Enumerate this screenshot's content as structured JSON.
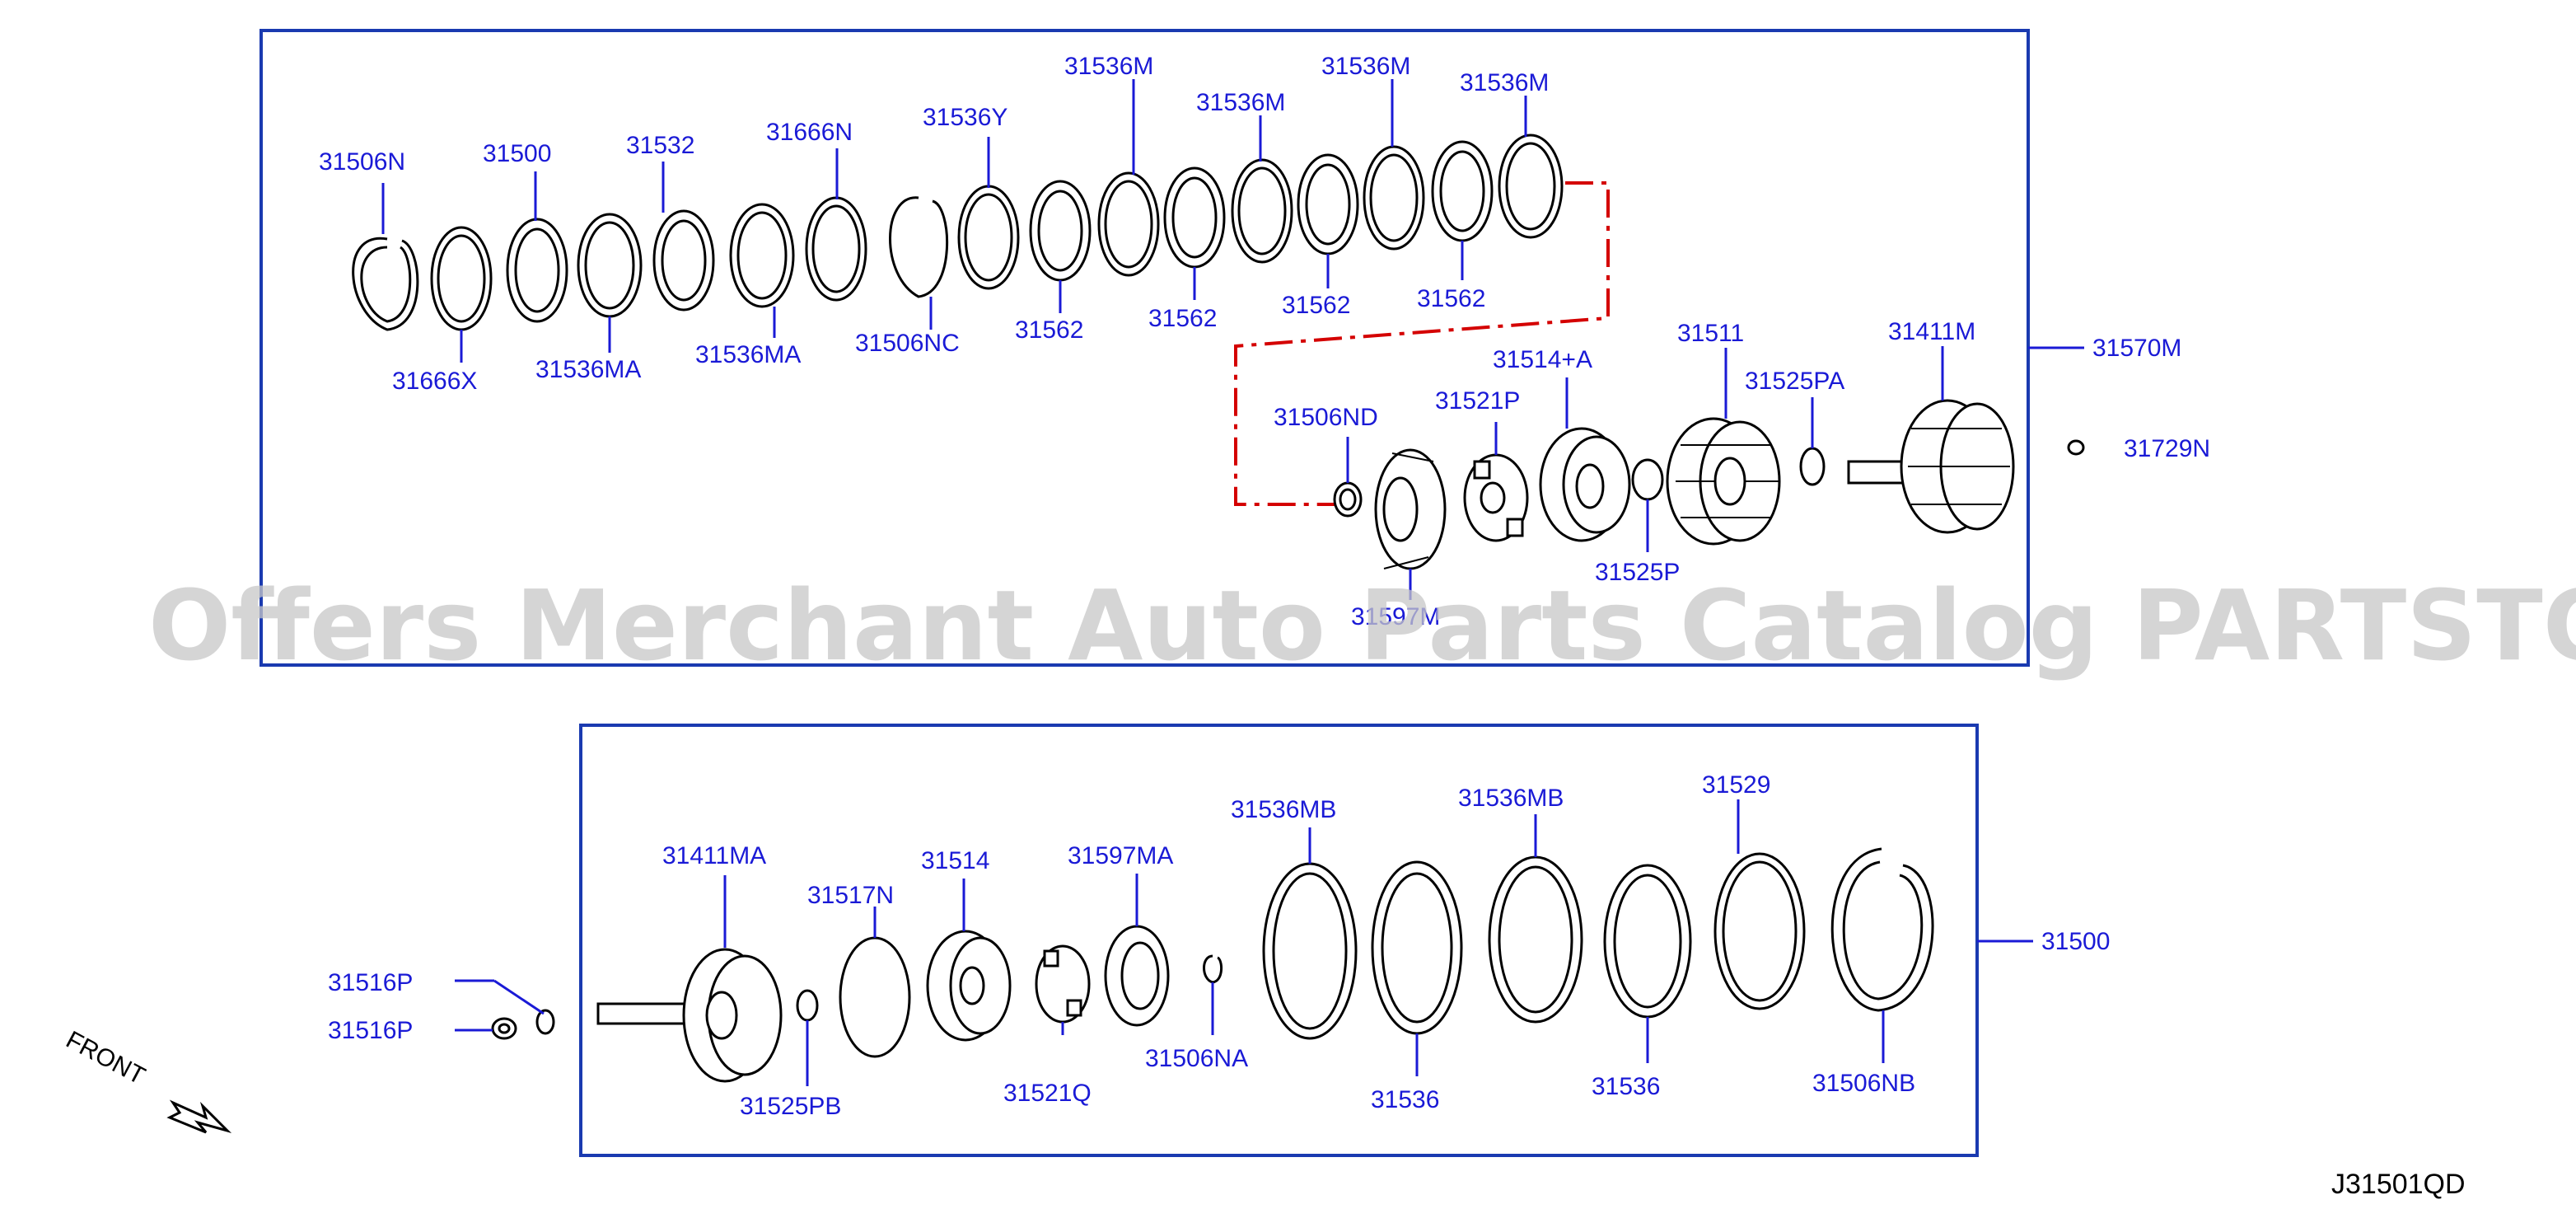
{
  "diagram_id": "J31501QD",
  "watermark": "Offers Merchant Auto Parts Catalog PARTSTORE.SA",
  "front_label": "FRONT",
  "assembly_labels": {
    "upper": "31570M",
    "lower": "31500",
    "loose": "31729N"
  },
  "upper_callouts": {
    "c31506N": "31506N",
    "c31500": "31500",
    "c31532": "31532",
    "c31666N": "31666N",
    "c31536Y": "31536Y",
    "c31536M_a": "31536M",
    "c31536M_b": "31536M",
    "c31536M_c": "31536M",
    "c31536M_d": "31536M",
    "c31666X": "31666X",
    "c31536MA_a": "31536MA",
    "c31536MA_b": "31536MA",
    "c31506NC": "31506NC",
    "c31562_a": "31562",
    "c31562_b": "31562",
    "c31562_c": "31562",
    "c31562_d": "31562",
    "c31506ND": "31506ND",
    "c31521P": "31521P",
    "c31514A": "31514+A",
    "c31511": "31511",
    "c31525PA": "31525PA",
    "c31411M": "31411M",
    "c31525P": "31525P",
    "c31597M": "31597M"
  },
  "lower_callouts": {
    "c31411MA": "31411MA",
    "c31517N": "31517N",
    "c31514": "31514",
    "c31597MA": "31597MA",
    "c31536MB_a": "31536MB",
    "c31536MB_b": "31536MB",
    "c31529": "31529",
    "c31516P_a": "31516P",
    "c31516P_b": "31516P",
    "c31525PB": "31525PB",
    "c31521Q": "31521Q",
    "c31506NA": "31506NA",
    "c31536_a": "31536",
    "c31536_b": "31536",
    "c31506NB": "31506NB"
  },
  "colors": {
    "callout_text": "#1a1ad6",
    "frame": "#1a3ab0",
    "dash_chain": "#d40000",
    "part_outline": "#000000",
    "watermark": "#c8c8c8"
  }
}
